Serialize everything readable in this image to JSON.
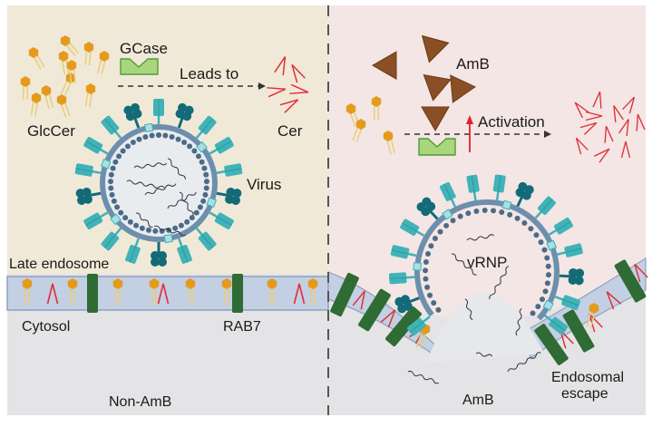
{
  "figure": {
    "type": "scientific-schematic",
    "panels": [
      {
        "id": "non-amb",
        "title": "Non-AmB",
        "labels": {
          "enzyme": "GCase",
          "arrow": "Leads to",
          "substrate": "GlcCer",
          "product": "Cer",
          "virus": "Virus",
          "compartment": "Late endosome",
          "cytosol": "Cytosol",
          "marker": "RAB7"
        }
      },
      {
        "id": "amb",
        "title": "AmB",
        "labels": {
          "drug": "AmB",
          "arrow": "Activation",
          "core": "vRNP",
          "escape_line1": "Endosomal",
          "escape_line2": "escape"
        }
      }
    ],
    "colors": {
      "left_bg": "#f1e9d8",
      "right_bg": "#f3e6e4",
      "cytosol_bg": "#e4e4e6",
      "membrane": "#c3cfe3",
      "membrane_edge": "#8ea0bd",
      "rab7": "#2f6b34",
      "lipid_head": "#e59a1e",
      "lipid_tail": "#e8cd7a",
      "ceramide": "#e0303a",
      "gcase": "#a9d67c",
      "gcase_edge": "#4f9a3b",
      "amb": "#8a4f25",
      "virus_envelope": "#6d8fae",
      "virus_dots": "#4d6a87",
      "spike": "#3fb3b8",
      "spike_dark": "#136b78",
      "rna": "#2c3545",
      "divider": "#555555",
      "activation_arrow": "#e0202a"
    }
  }
}
